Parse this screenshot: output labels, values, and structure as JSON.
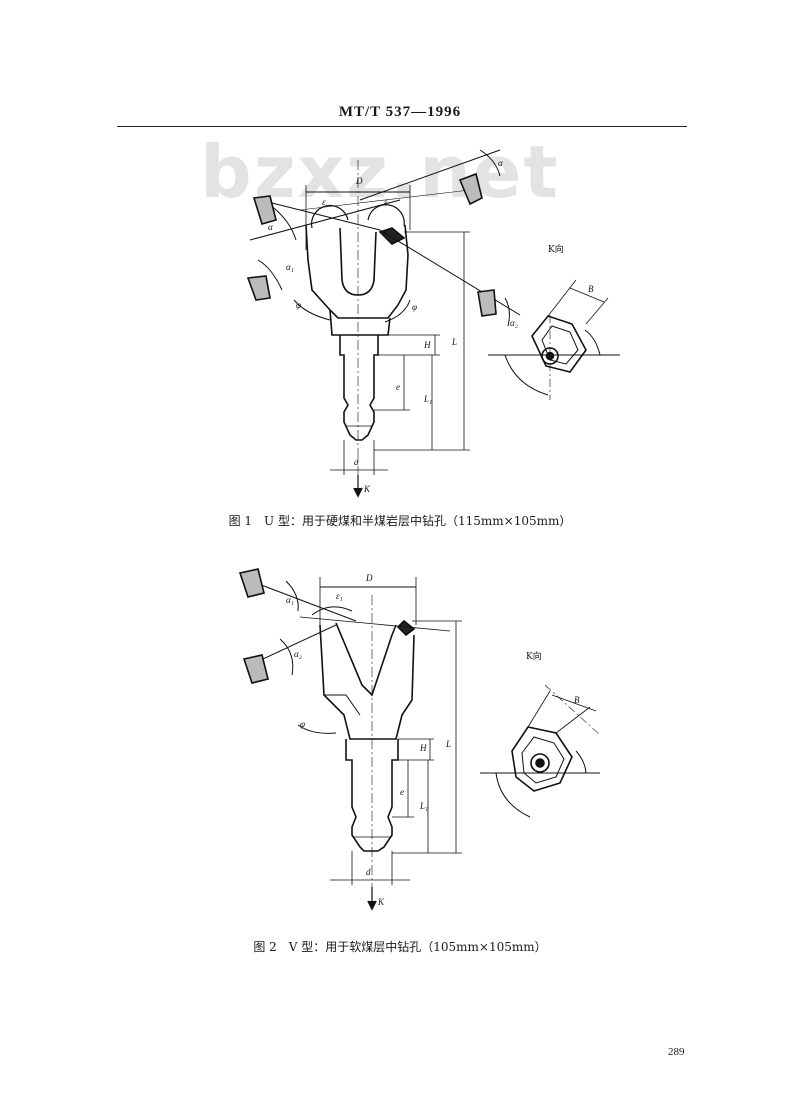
{
  "header": {
    "title": "MT/T 537—1996"
  },
  "watermark": "bzxz.net",
  "figure1": {
    "labels": {
      "D": "D",
      "eps": "ε",
      "alpha": "α",
      "alpha1": "α₁",
      "alpha2": "α₂",
      "phi": "φ",
      "H": "H",
      "L": "L",
      "e": "e",
      "L1": "L₁",
      "d": "d",
      "K": "K",
      "B": "B",
      "kview": "K向"
    },
    "caption": "图 1　U 型：用于硬煤和半煤岩层中钻孔（115mm×105mm）"
  },
  "figure2": {
    "labels": {
      "D": "D",
      "eps1": "ε₁",
      "alpha1": "α₁",
      "alpha2": "α₂",
      "phi": "φ",
      "H": "H",
      "L": "L",
      "e": "e",
      "L1": "L₁",
      "d": "d",
      "K": "K",
      "B": "B",
      "kview": "K向"
    },
    "caption": "图 2　V 型：用于软煤层中钻孔（105mm×105mm）"
  },
  "page_number": "289"
}
